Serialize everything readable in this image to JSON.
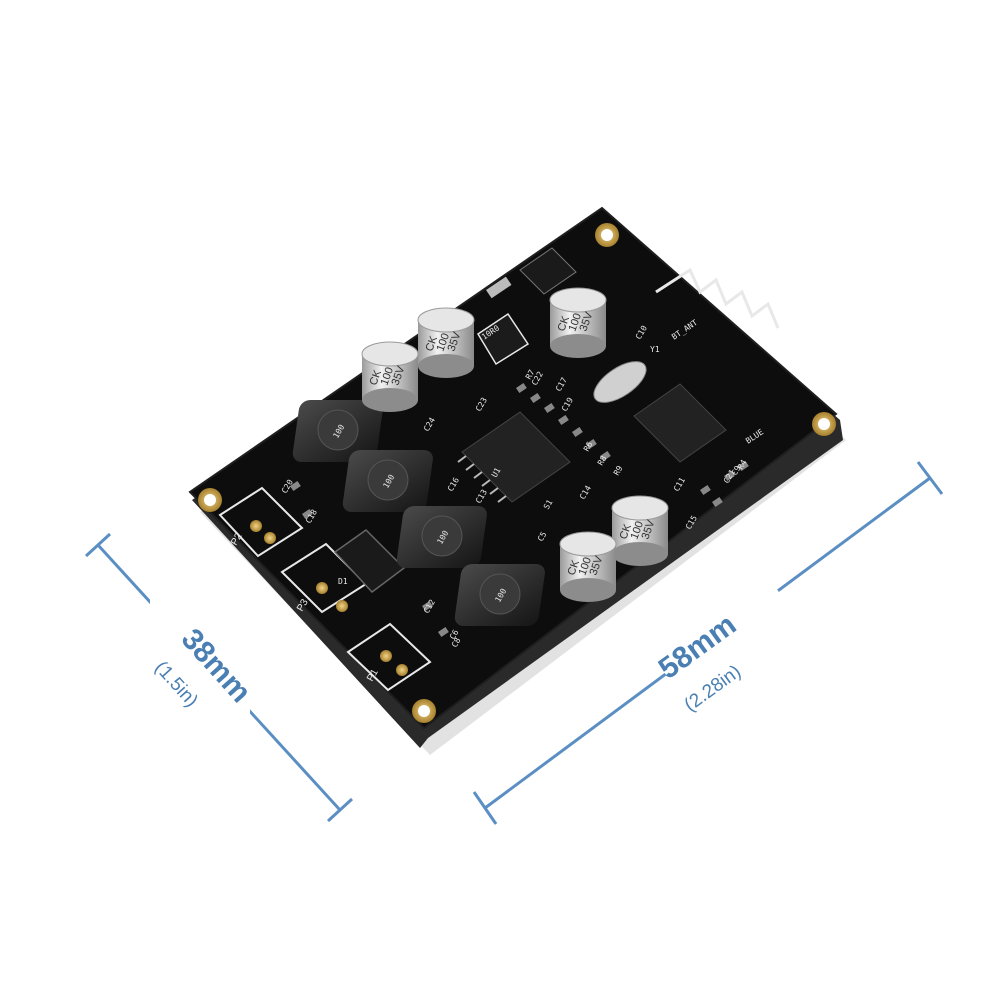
{
  "dimensions": {
    "height": {
      "value_text": "38mm",
      "imperial_text": "(1.5in)"
    },
    "width": {
      "value_text": "58mm",
      "imperial_text": "(2.28in)"
    }
  },
  "colors": {
    "pcb": "#0d0d0d",
    "dimension_line": "#5b8fc3",
    "dimension_text": "#4a7fb3",
    "cap_body": "#d8d8d8",
    "inductor": "#2a2a2a",
    "silkscreen": "#e8e8e8",
    "gold_pad": "#c9a24a"
  },
  "board": {
    "ports": [
      "P1",
      "P2",
      "P3"
    ],
    "antenna_label": "BT_ANT",
    "blue_label": "BLUE",
    "resistor_label": "10R0",
    "diode_label": "D1",
    "crystal_label": "Y1",
    "inductor_marking": "100",
    "capacitor_markings": [
      "CK",
      "100",
      "35V"
    ],
    "silk_labels": [
      "C10",
      "C11",
      "C12",
      "C13",
      "C14",
      "C15",
      "C16",
      "C17",
      "C18",
      "C19",
      "C20",
      "C21",
      "C22",
      "C23",
      "C24",
      "C5",
      "C6",
      "C8",
      "C9",
      "R4",
      "R6",
      "R7",
      "R8",
      "R9",
      "S1",
      "U1"
    ]
  }
}
